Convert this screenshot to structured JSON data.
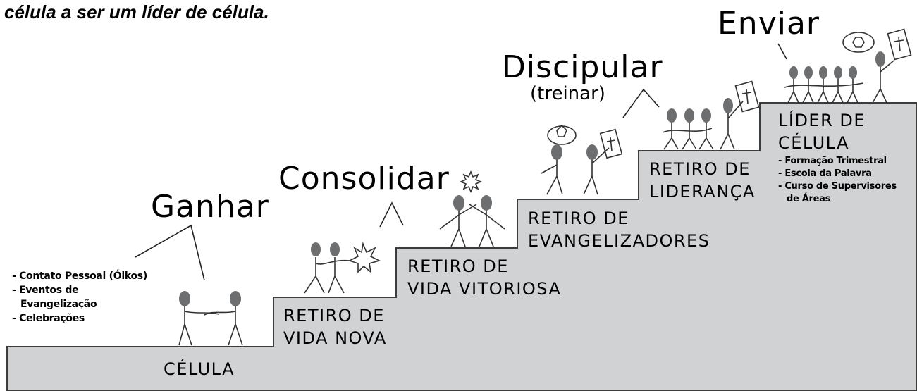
{
  "header": {
    "text": "célula a ser um líder de célula."
  },
  "stages": [
    {
      "action": "Ganhar",
      "level": [
        "CÉLULA"
      ]
    },
    {
      "action": "Consolidar",
      "level": [
        "RETIRO DE",
        "VIDA NOVA"
      ]
    },
    {
      "action": "",
      "level": [
        "RETIRO DE",
        "VIDA VITORIOSA"
      ]
    },
    {
      "action": "Discipular",
      "action_sub": "(treinar)",
      "level": [
        "RETIRO DE",
        "EVANGELIZADORES"
      ]
    },
    {
      "action": "",
      "level": [
        "RETIRO DE",
        "LIDERANÇA"
      ]
    },
    {
      "action": "Enviar",
      "level": [
        "LÍDER DE",
        "CÉLULA"
      ]
    }
  ],
  "win_items": [
    "- Contato Pessoal (Óikos)",
    "- Eventos de",
    "Evangelização",
    "- Celebrações"
  ],
  "leader_items": [
    "- Formação Trimestral",
    "- Escola da Palavra",
    "- Curso de Supervisores",
    "de Áreas"
  ],
  "colors": {
    "step_fill": "#d1d2d4",
    "stroke": "#3c3c3c",
    "head": "#6d6e70"
  }
}
